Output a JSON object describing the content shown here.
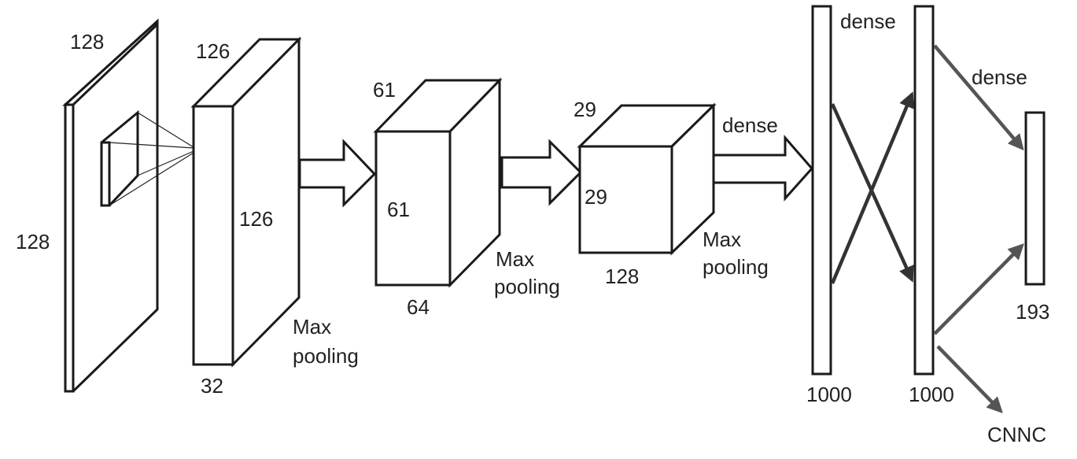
{
  "colors": {
    "stroke": "#1a1a1a",
    "connection": "#333333",
    "connection_light": "#555555",
    "background": "#ffffff"
  },
  "input_layer": {
    "height_label": "128",
    "width_label": "128"
  },
  "conv1": {
    "top_label": "126",
    "side_label": "126",
    "depth_label": "32",
    "pool_label_1": "Max",
    "pool_label_2": "pooling"
  },
  "conv2": {
    "top_label": "61",
    "side_label": "61",
    "depth_label": "64",
    "pool_label_1": "Max",
    "pool_label_2": "pooling"
  },
  "conv3": {
    "top_label": "29",
    "side_label": "29",
    "depth_label": "128",
    "pool_label_1": "Max",
    "pool_label_2": "pooling"
  },
  "dense_labels": {
    "first": "dense",
    "second": "dense",
    "third": "dense"
  },
  "dense1": {
    "size_label": "1000"
  },
  "dense2": {
    "size_label": "1000"
  },
  "output": {
    "size_label": "193",
    "cnnc_label": "CNNC"
  }
}
